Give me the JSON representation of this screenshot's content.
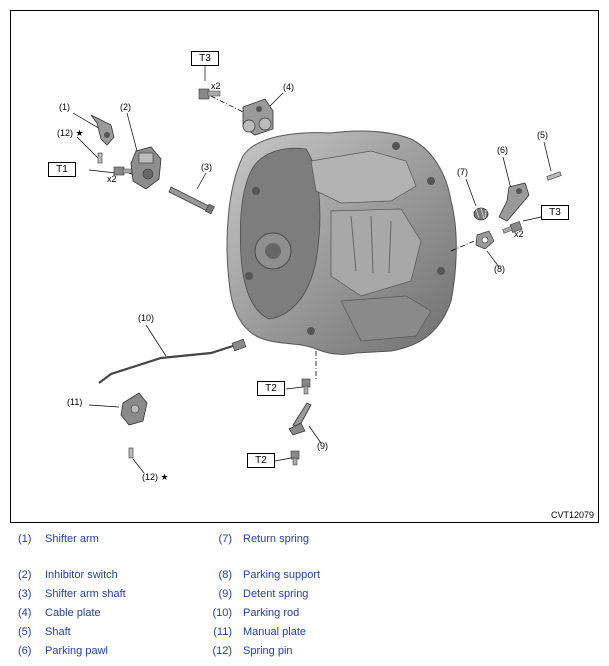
{
  "figure": {
    "code": "CVT12079",
    "torque_tags": [
      "T3",
      "T1",
      "T3",
      "T2",
      "T2"
    ],
    "callouts": [
      "(1)",
      "(2)",
      "(3)",
      "(4)",
      "(5)",
      "(6)",
      "(7)",
      "(8)",
      "(9)",
      "(10)",
      "(11)",
      "(12)",
      "(12)"
    ],
    "multipliers": [
      "x2",
      "x2",
      "x2"
    ],
    "star": "★"
  },
  "legend": [
    {
      "num": "(1)",
      "name": "Shifter arm"
    },
    {
      "num": "(2)",
      "name": "Inhibitor switch"
    },
    {
      "num": "(3)",
      "name": "Shifter arm shaft"
    },
    {
      "num": "(4)",
      "name": "Cable plate"
    },
    {
      "num": "(5)",
      "name": "Shaft"
    },
    {
      "num": "(6)",
      "name": "Parking pawl"
    },
    {
      "num": "(7)",
      "name": "Return spring"
    },
    {
      "num": "(8)",
      "name": "Parking support"
    },
    {
      "num": "(9)",
      "name": "Detent spring"
    },
    {
      "num": "(10)",
      "name": "Parking rod"
    },
    {
      "num": "(11)",
      "name": "Manual plate"
    },
    {
      "num": "(12)",
      "name": "Spring pin"
    }
  ],
  "colors": {
    "legend_text": "#1f3fa6",
    "line": "#000000",
    "part_fill": "#9a9a9a"
  }
}
